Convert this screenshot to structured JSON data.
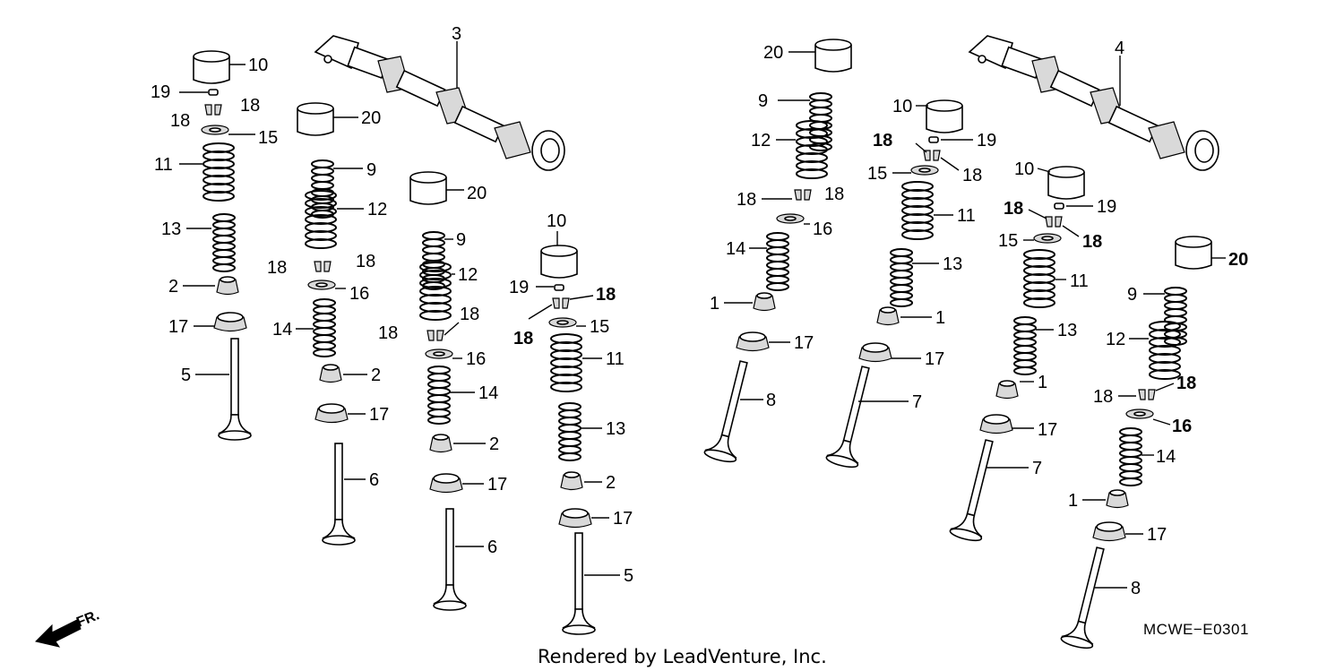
{
  "diagram": {
    "part_code": "MCWE−E0301",
    "credit": "Rendered by LeadVenture, Inc.",
    "front_indicator": "FR.",
    "callouts": {
      "n1": "1",
      "n2": "2",
      "n3": "3",
      "n4": "4",
      "n5": "5",
      "n6": "6",
      "n7": "7",
      "n8": "8",
      "n9": "9",
      "n10": "10",
      "n11": "11",
      "n12": "12",
      "n13": "13",
      "n14": "14",
      "n15": "15",
      "n16": "16",
      "n17": "17",
      "n18": "18",
      "n19": "19",
      "n20": "20"
    }
  },
  "icons": {
    "front_arrow": "front-arrow-icon"
  }
}
